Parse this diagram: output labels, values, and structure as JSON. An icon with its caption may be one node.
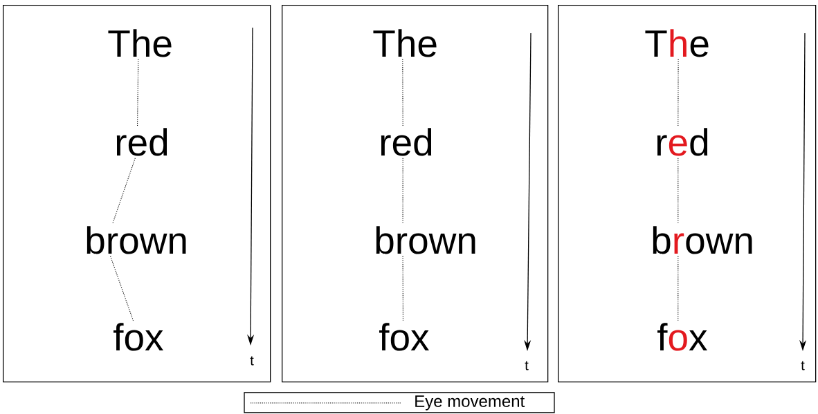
{
  "diagram": {
    "nodes": [
      {
        "text": [],
        "shape": "box"
      },
      {
        "text": [
          "The"
        ],
        "in": 0
      },
      {
        "text": [
          "red"
        ],
        "in": 0
      },
      {
        "text": [
          "brown"
        ],
        "in": 0
      },
      {
        "text": [
          "fox"
        ],
        "in": 0
      },
      {
        "text": [],
        "shape": "box"
      },
      {
        "text": [
          "The"
        ],
        "in": 5
      },
      {
        "text": [
          "red"
        ],
        "in": 5
      },
      {
        "text": [
          "brown"
        ],
        "in": 5
      },
      {
        "text": [
          "fox"
        ],
        "in": 5
      },
      {
        "text": [],
        "shape": "box"
      },
      {
        "text": [
          "The"
        ],
        "in": 10
      },
      {
        "text": [
          "red"
        ],
        "in": 10
      },
      {
        "text": [
          "brown"
        ],
        "in": 10
      },
      {
        "text": [
          "fox"
        ],
        "in": 10
      }
    ],
    "edges": [
      {
        "from": 1,
        "to": 2,
        "arrow": "none",
        "style": "dashed"
      },
      {
        "from": 2,
        "to": 3,
        "arrow": "none",
        "style": "dashed"
      },
      {
        "from": 3,
        "to": 4,
        "arrow": "none",
        "style": "dashed"
      },
      {
        "from": 6,
        "to": 7,
        "arrow": "none",
        "style": "dashed"
      },
      {
        "from": 7,
        "to": 8,
        "arrow": "none",
        "style": "dashed"
      },
      {
        "from": 8,
        "to": 9,
        "arrow": "none",
        "style": "dashed"
      },
      {
        "from": 11,
        "to": 12,
        "arrow": "none",
        "style": "dashed"
      },
      {
        "from": 12,
        "to": 13,
        "arrow": "none",
        "style": "dashed"
      },
      {
        "from": 13,
        "to": 14,
        "arrow": "none",
        "style": "dashed"
      }
    ],
    "labels": [
      "t",
      "t",
      "t"
    ],
    "legend": [
      {
        "text": "Eye movement"
      }
    ]
  }
}
